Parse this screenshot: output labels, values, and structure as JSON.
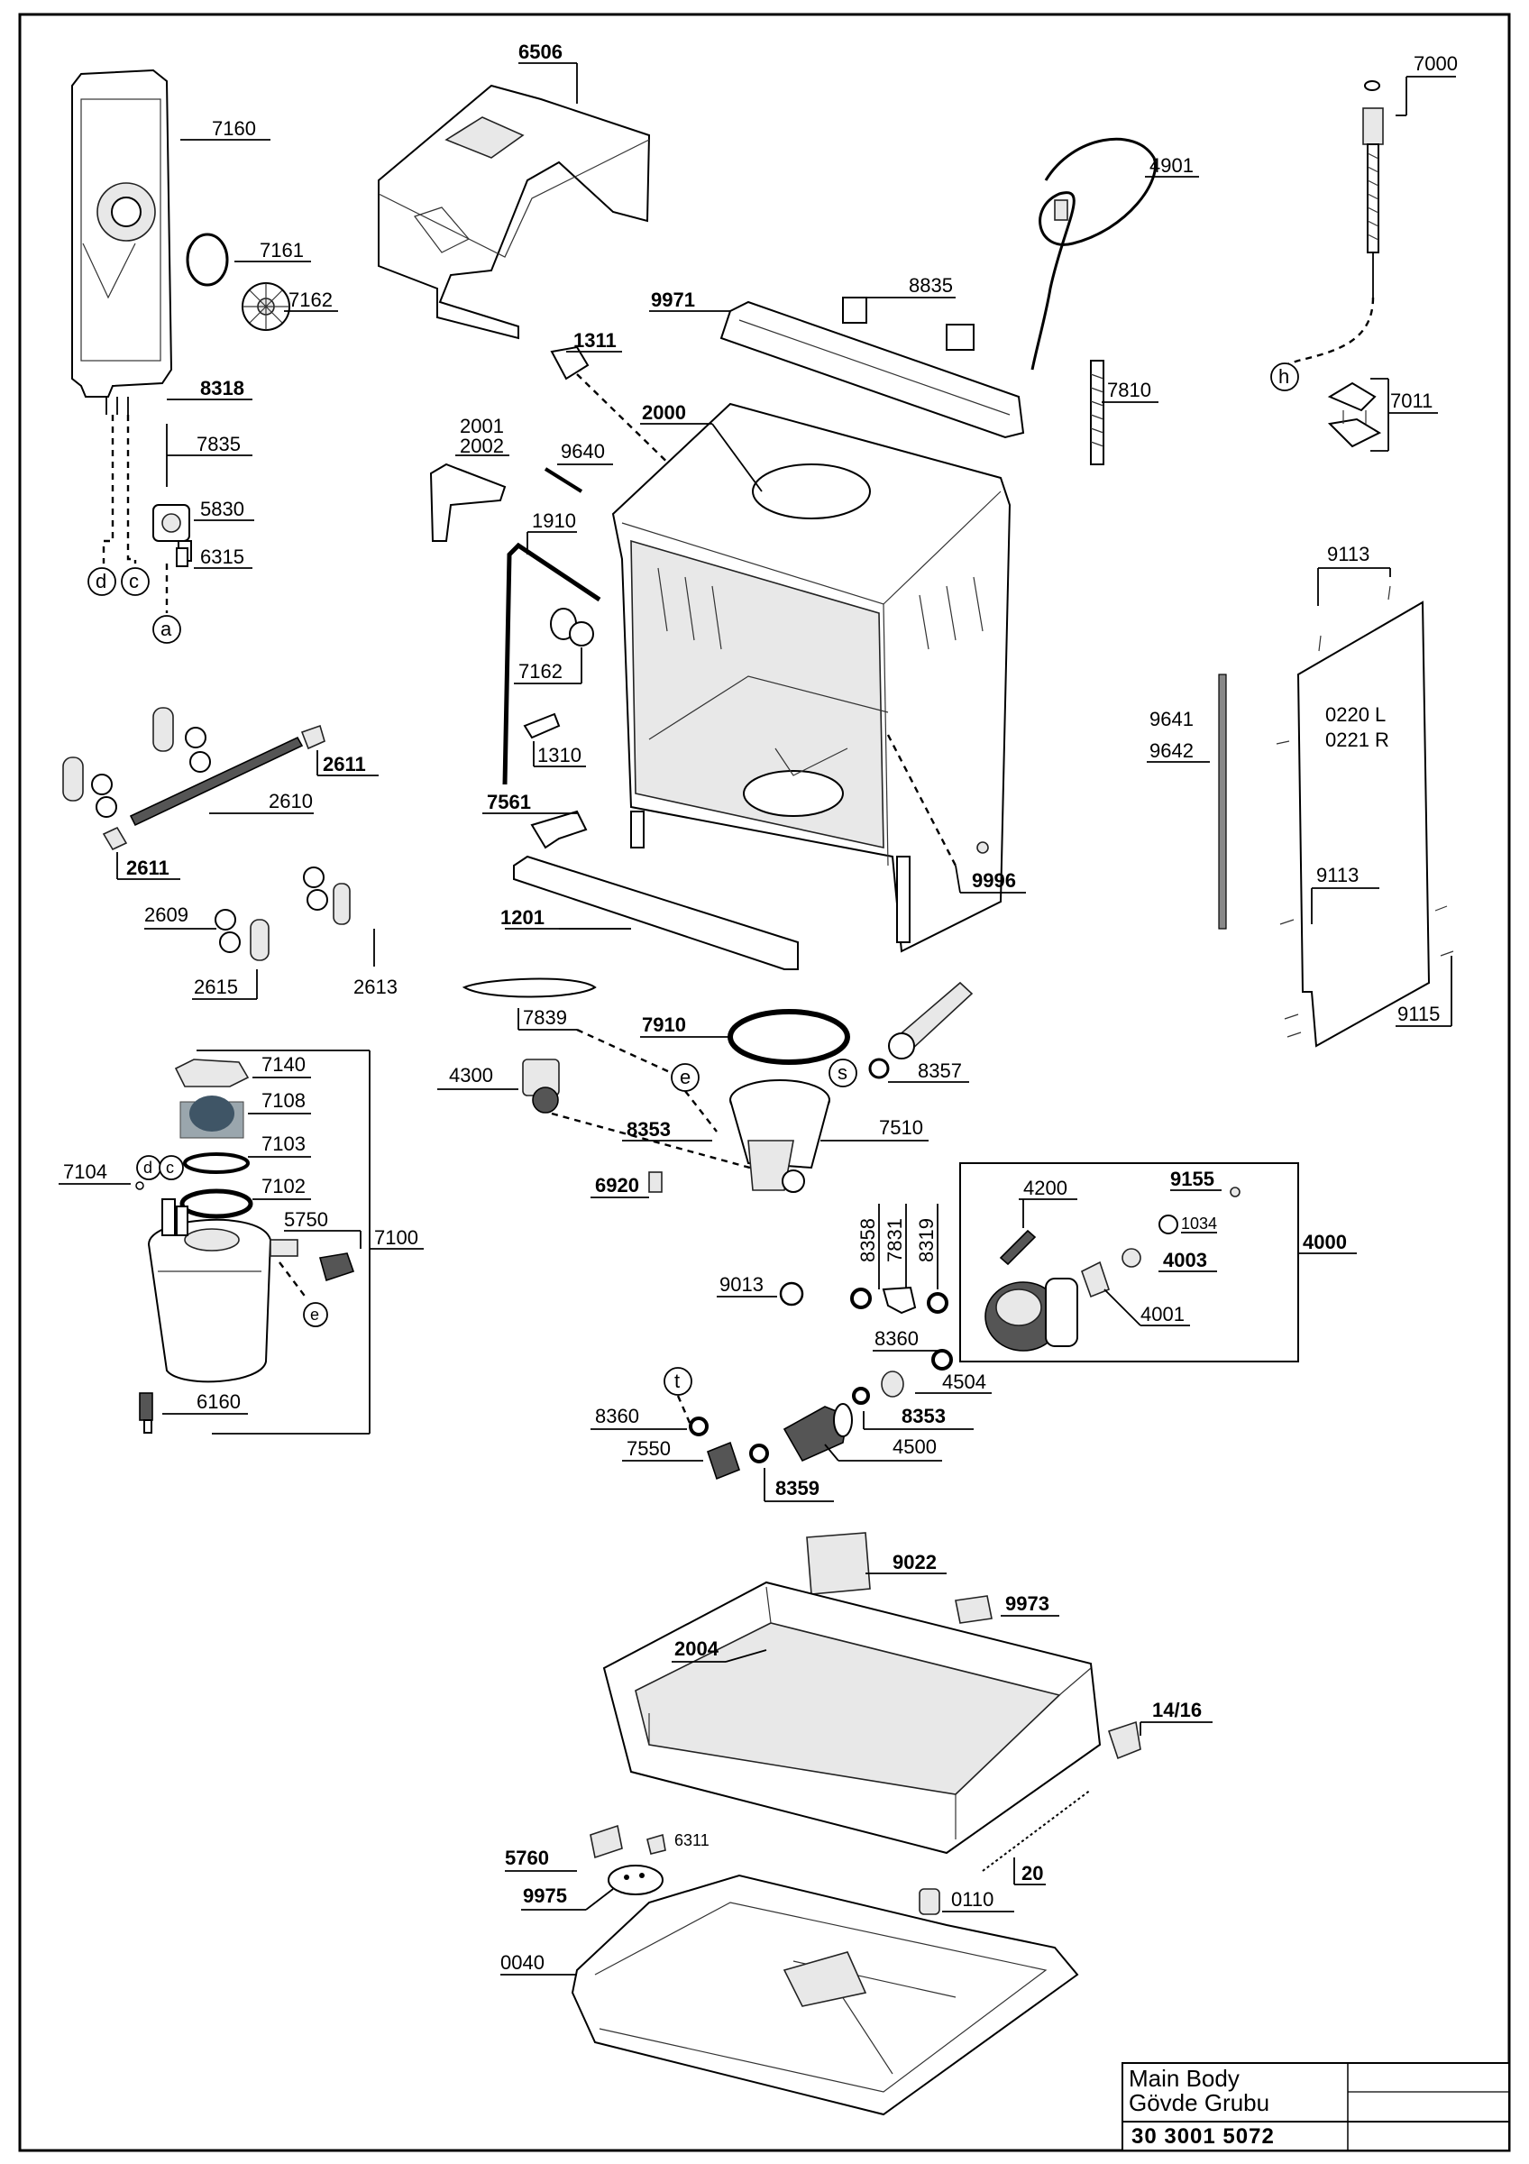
{
  "title_block": {
    "name_en": "Main Body",
    "name_tr": "Gövde Grubu",
    "drawing_number": "30 3001 5072"
  },
  "callouts": {
    "c7160": "7160",
    "c7161": "7161",
    "c7162a": "7162",
    "c8318": "8318",
    "c7835": "7835",
    "c5830": "5830",
    "c6315": "6315",
    "c6506": "6506",
    "c4901": "4901",
    "c7000": "7000",
    "c7011": "7011",
    "c8835": "8835",
    "c9971": "9971",
    "c1311": "1311",
    "c7810": "7810",
    "c2001": "2001",
    "c2002": "2002",
    "c2000": "2000",
    "c9640": "9640",
    "c1910": "1910",
    "c7162b": "7162",
    "c1310": "1310",
    "c7561": "7561",
    "c1201": "1201",
    "c9996": "9996",
    "c2611a": "2611",
    "c2610": "2610",
    "c2611b": "2611",
    "c2609": "2609",
    "c2615": "2615",
    "c2613": "2613",
    "c9113a": "9113",
    "c9641": "9641",
    "c9642": "9642",
    "c0220": "0220 L",
    "c0221": "0221 R",
    "c9113b": "9113",
    "c9115": "9115",
    "c7839": "7839",
    "c7910": "7910",
    "c8357": "8357",
    "c4300": "4300",
    "c8353a": "8353",
    "c7510": "7510",
    "c6920": "6920",
    "c7140": "7140",
    "c7108": "7108",
    "c7103": "7103",
    "c7104": "7104",
    "c7102": "7102",
    "c5750": "5750",
    "c7100": "7100",
    "c6160": "6160",
    "c4200": "4200",
    "c9155": "9155",
    "c1034": "1034",
    "c4003": "4003",
    "c4000": "4000",
    "c4001": "4001",
    "c8358": "8358",
    "c7831": "7831",
    "c8319": "8319",
    "c9013": "9013",
    "c8360a": "8360",
    "c4504": "4504",
    "c8353b": "8353",
    "c8360b": "8360",
    "c7550": "7550",
    "c4500": "4500",
    "c8359": "8359",
    "c9022": "9022",
    "c9973": "9973",
    "c2004": "2004",
    "c1416": "14/16",
    "c5760": "5760",
    "c6311": "6311",
    "c20": "20",
    "c9975": "9975",
    "c0110": "0110",
    "c0040": "0040"
  },
  "bubbles": {
    "d1": "d",
    "c1": "c",
    "a": "a",
    "h": "h",
    "e1": "e",
    "s": "s",
    "d2": "d",
    "c2": "c",
    "e2": "e",
    "t": "t"
  }
}
